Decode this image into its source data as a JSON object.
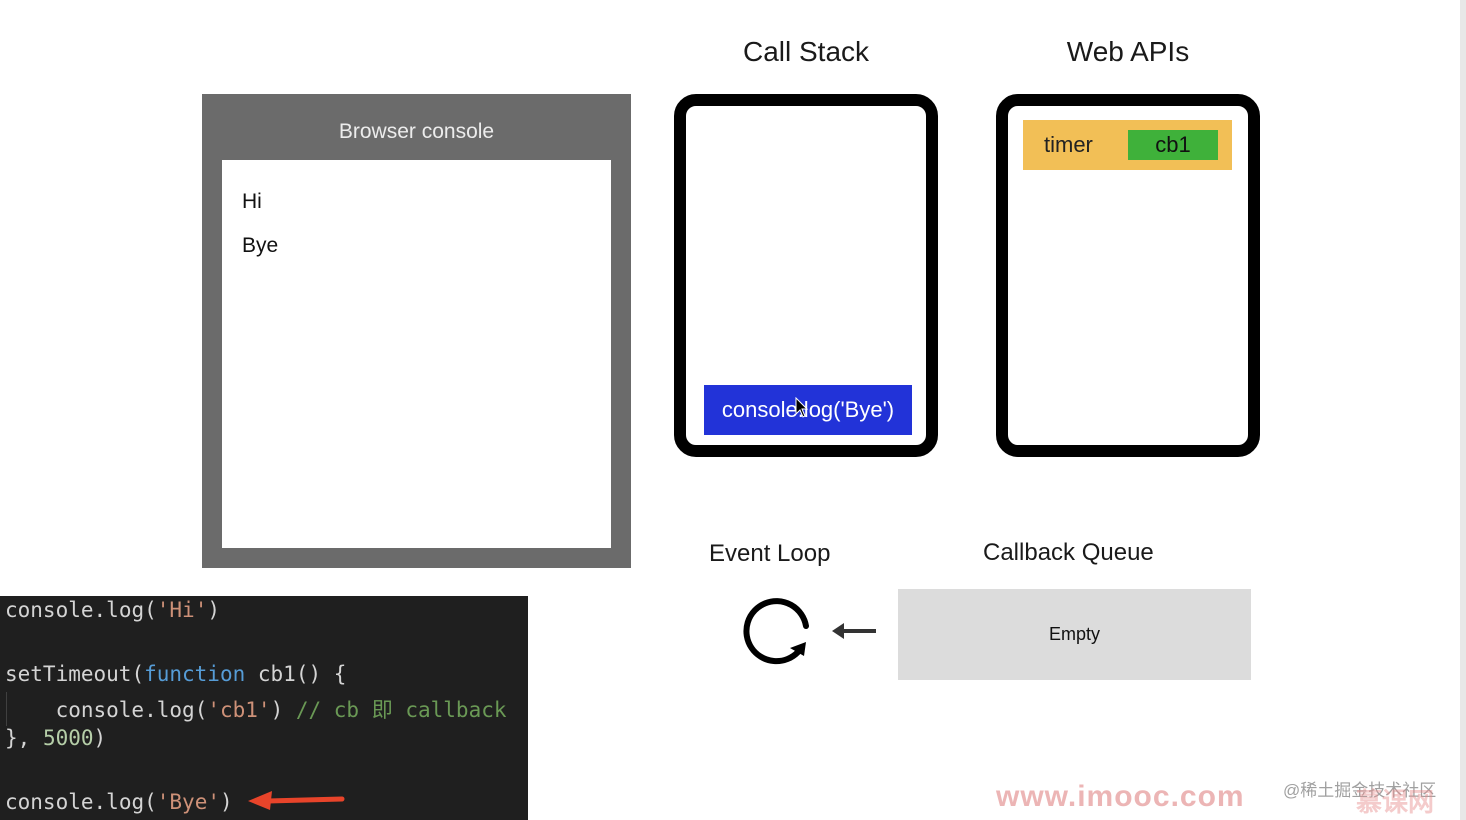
{
  "browser_console": {
    "title": "Browser console",
    "lines": [
      "Hi",
      "Bye"
    ]
  },
  "call_stack": {
    "title": "Call Stack",
    "frames": [
      "console.log('Bye')"
    ]
  },
  "web_apis": {
    "title": "Web APIs",
    "items": [
      {
        "label": "timer",
        "callback": "cb1"
      }
    ]
  },
  "event_loop": {
    "title": "Event Loop"
  },
  "callback_queue": {
    "title": "Callback Queue",
    "status": "Empty"
  },
  "code": {
    "line1": {
      "obj": "console",
      "dot": ".",
      "fn": "log",
      "open": "(",
      "arg": "'Hi'",
      "close": ")"
    },
    "line2": {
      "fn": "setTimeout",
      "open": "(",
      "kw": "function",
      "name": " cb1() {"
    },
    "line3": {
      "indent": "    ",
      "obj": "console",
      "dot": ".",
      "fn": "log",
      "open": "(",
      "arg": "'cb1'",
      "close": ")",
      "comment": " // cb 即 callback"
    },
    "line4": {
      "text": "}, ",
      "num": "5000",
      "close": ")"
    },
    "line5": {
      "obj": "console",
      "dot": ".",
      "fn": "log",
      "open": "(",
      "arg": "'Bye'",
      "close": ")"
    }
  },
  "watermarks": {
    "site": "www.imooc.com",
    "community": "@稀土掘金技术社区",
    "brand": "慕课网"
  },
  "colors": {
    "stack_frame": "#2233d8",
    "timer": "#f2bf56",
    "callback_chip": "#3fb13a",
    "queue": "#dcdcdc",
    "arrow": "#e8442a"
  }
}
